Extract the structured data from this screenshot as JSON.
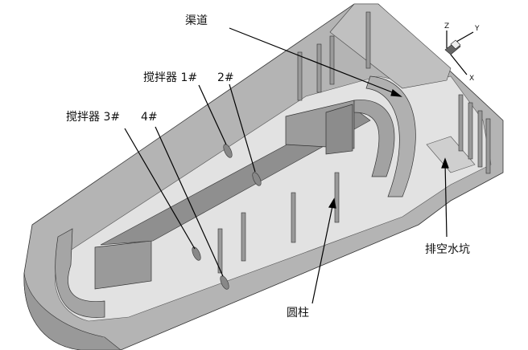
{
  "labels": {
    "channel": "渠道",
    "stirrer_1": "搅拌器 1#",
    "stirrer_2": "2#",
    "stirrer_3": "搅拌器 3#",
    "stirrer_4": "4#",
    "drain_pit": "排空水坑",
    "column": "圆柱"
  },
  "axes": {
    "z": "Z",
    "y": "Y",
    "x": "X"
  },
  "colors": {
    "wall": "#a9a9a9",
    "floor": "#e2e2e2",
    "baffle": "#9a9a9a",
    "outline": "#222222"
  }
}
